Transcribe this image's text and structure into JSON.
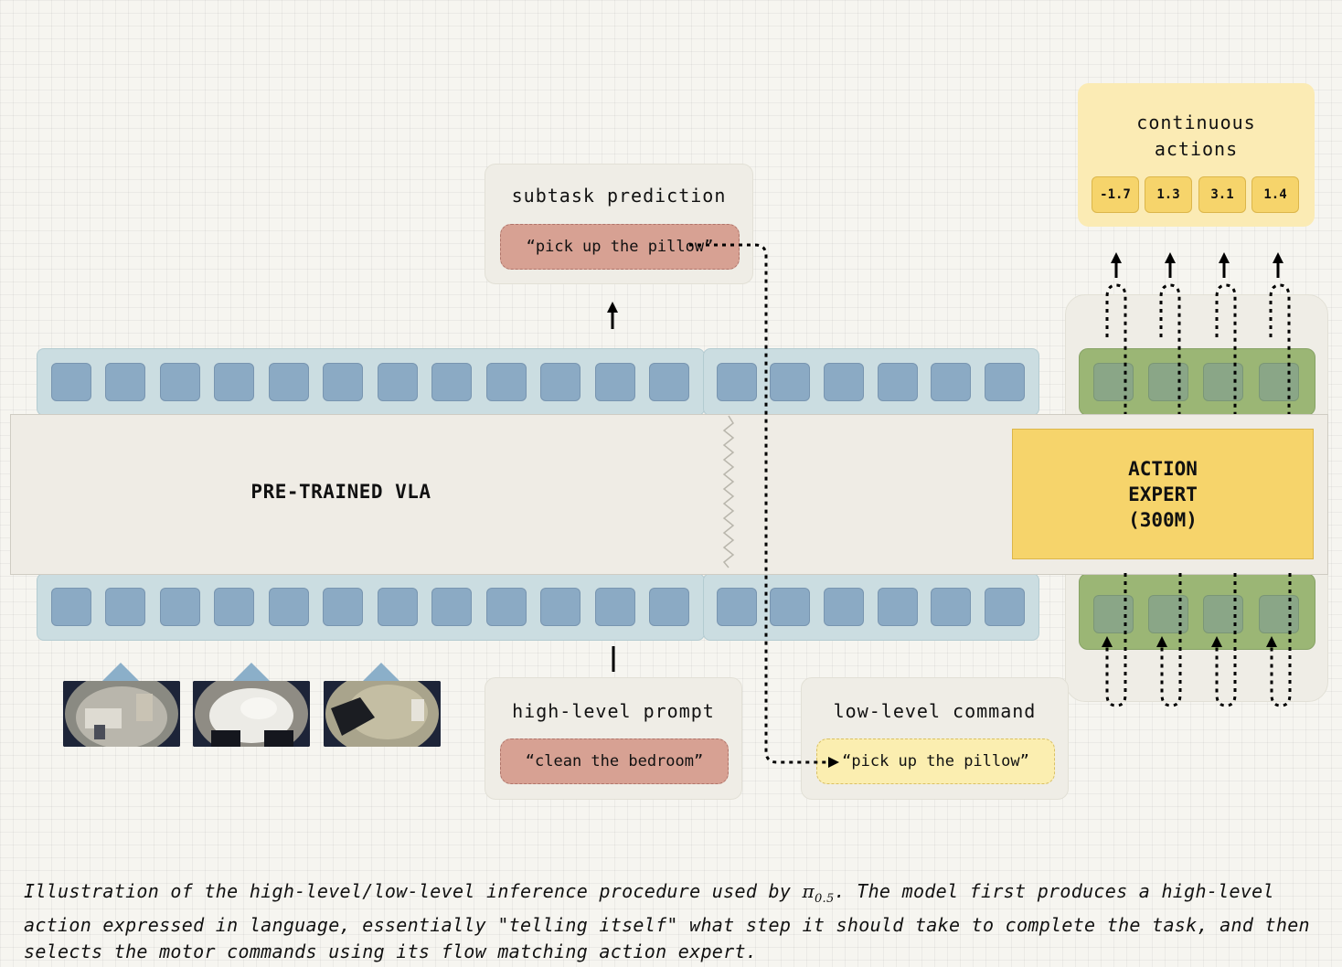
{
  "vla_label": "PRE-TRAINED VLA",
  "action_expert": {
    "line1": "ACTION",
    "line2": "EXPERT",
    "line3": "(300M)"
  },
  "subtask": {
    "title": "subtask prediction",
    "text": "“pick up the pillow”"
  },
  "high_level": {
    "title": "high-level prompt",
    "text": "“clean the bedroom”"
  },
  "low_level": {
    "title": "low-level command",
    "text": "“pick up the pillow”"
  },
  "actions": {
    "title_line1": "continuous",
    "title_line2": "actions",
    "values": [
      "-1.7",
      "1.3",
      "3.1",
      "1.4"
    ]
  },
  "caption": {
    "part1": "Illustration of the high-level/low-level inference procedure used by ",
    "pi_symbol": "π",
    "pi_subscript": "0.5",
    "part2": ". The model first produces a high-level action expressed in language, essentially \"telling itself\" what step it should take to complete the task, and then selects the motor commands using its flow matching action expert."
  },
  "colors": {
    "background": "#f6f5f0",
    "panel": "#efede6",
    "token_blue": "#8baac4",
    "strip_blue": "#cbdde1",
    "expert_yellow": "#f6d46b",
    "green": "#9bb675",
    "red_pill": "#d7a193",
    "yellow_pill": "#fbeeb0"
  },
  "icons": [
    "camera-image-icon",
    "up-arrow-icon",
    "dotted-arrow-icon"
  ]
}
